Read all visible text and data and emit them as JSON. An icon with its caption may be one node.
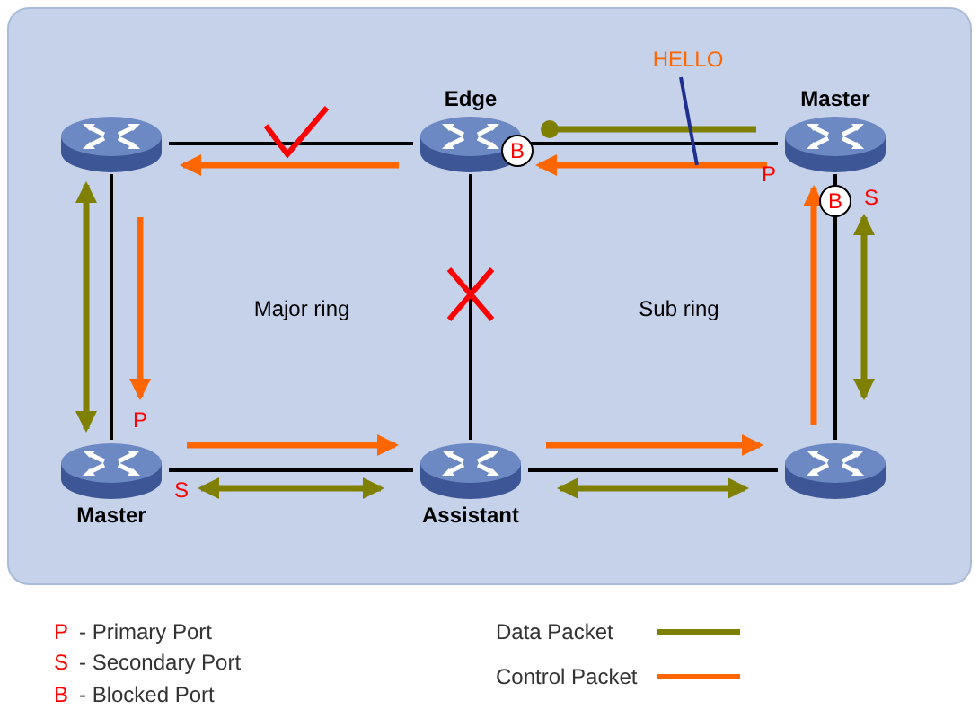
{
  "diagram": {
    "nodes": [
      {
        "text": [],
        "shape": "router"
      },
      {
        "text": [
          "Edge"
        ]
      },
      {
        "text": [
          "Master"
        ]
      },
      {
        "text": [
          "Master"
        ]
      },
      {
        "text": [
          "Assistant"
        ]
      },
      {
        "text": [],
        "shape": "router"
      },
      {
        "text": [
          "HELLO"
        ]
      }
    ],
    "edges": [
      {
        "from": 0,
        "to": 1,
        "arrow": "none"
      },
      {
        "from": 1,
        "to": 2,
        "arrow": "none"
      },
      {
        "from": 0,
        "to": 3,
        "arrow": "none"
      },
      {
        "from": 3,
        "to": 4,
        "arrow": "none"
      },
      {
        "from": 4,
        "to": 5,
        "arrow": "none"
      },
      {
        "from": 2,
        "to": 5,
        "arrow": "none"
      },
      {
        "from": 1,
        "to": 4,
        "arrow": "none"
      },
      {
        "from": 2,
        "to": 1,
        "arrow": "to",
        "color": "#ff6600"
      },
      {
        "from": 2,
        "to": 1,
        "arrow": "other",
        "color": "#808000"
      },
      {
        "from": 1,
        "to": 0,
        "arrow": "to",
        "color": "#ff6600"
      },
      {
        "from": 0,
        "to": 3,
        "arrow": "to",
        "color": "#ff6600"
      },
      {
        "from": 0,
        "to": 3,
        "arrow": "both",
        "color": "#808000"
      },
      {
        "from": 3,
        "to": 4,
        "arrow": "to",
        "color": "#ff6600"
      },
      {
        "from": 3,
        "to": 4,
        "arrow": "both",
        "color": "#808000"
      },
      {
        "from": 4,
        "to": 5,
        "arrow": "to",
        "color": "#ff6600"
      },
      {
        "from": 4,
        "to": 5,
        "arrow": "both",
        "color": "#808000"
      },
      {
        "from": 5,
        "to": 2,
        "arrow": "to",
        "color": "#ff6600"
      },
      {
        "from": 2,
        "to": 5,
        "arrow": "both",
        "color": "#808000"
      },
      {
        "from": 6,
        "to": null,
        "arrow": "none",
        "color": "#1f2f8f"
      }
    ],
    "labels": [
      "B",
      "P",
      "B",
      "S",
      "Major ring",
      "Sub ring",
      "P",
      "S",
      "P",
      "- Primary Port",
      "S",
      "- Secondary Port",
      "B",
      "- Blocked Port"
    ],
    "legend": [
      {
        "text": "Data Packet"
      },
      {
        "text": "Control Packet"
      }
    ]
  }
}
